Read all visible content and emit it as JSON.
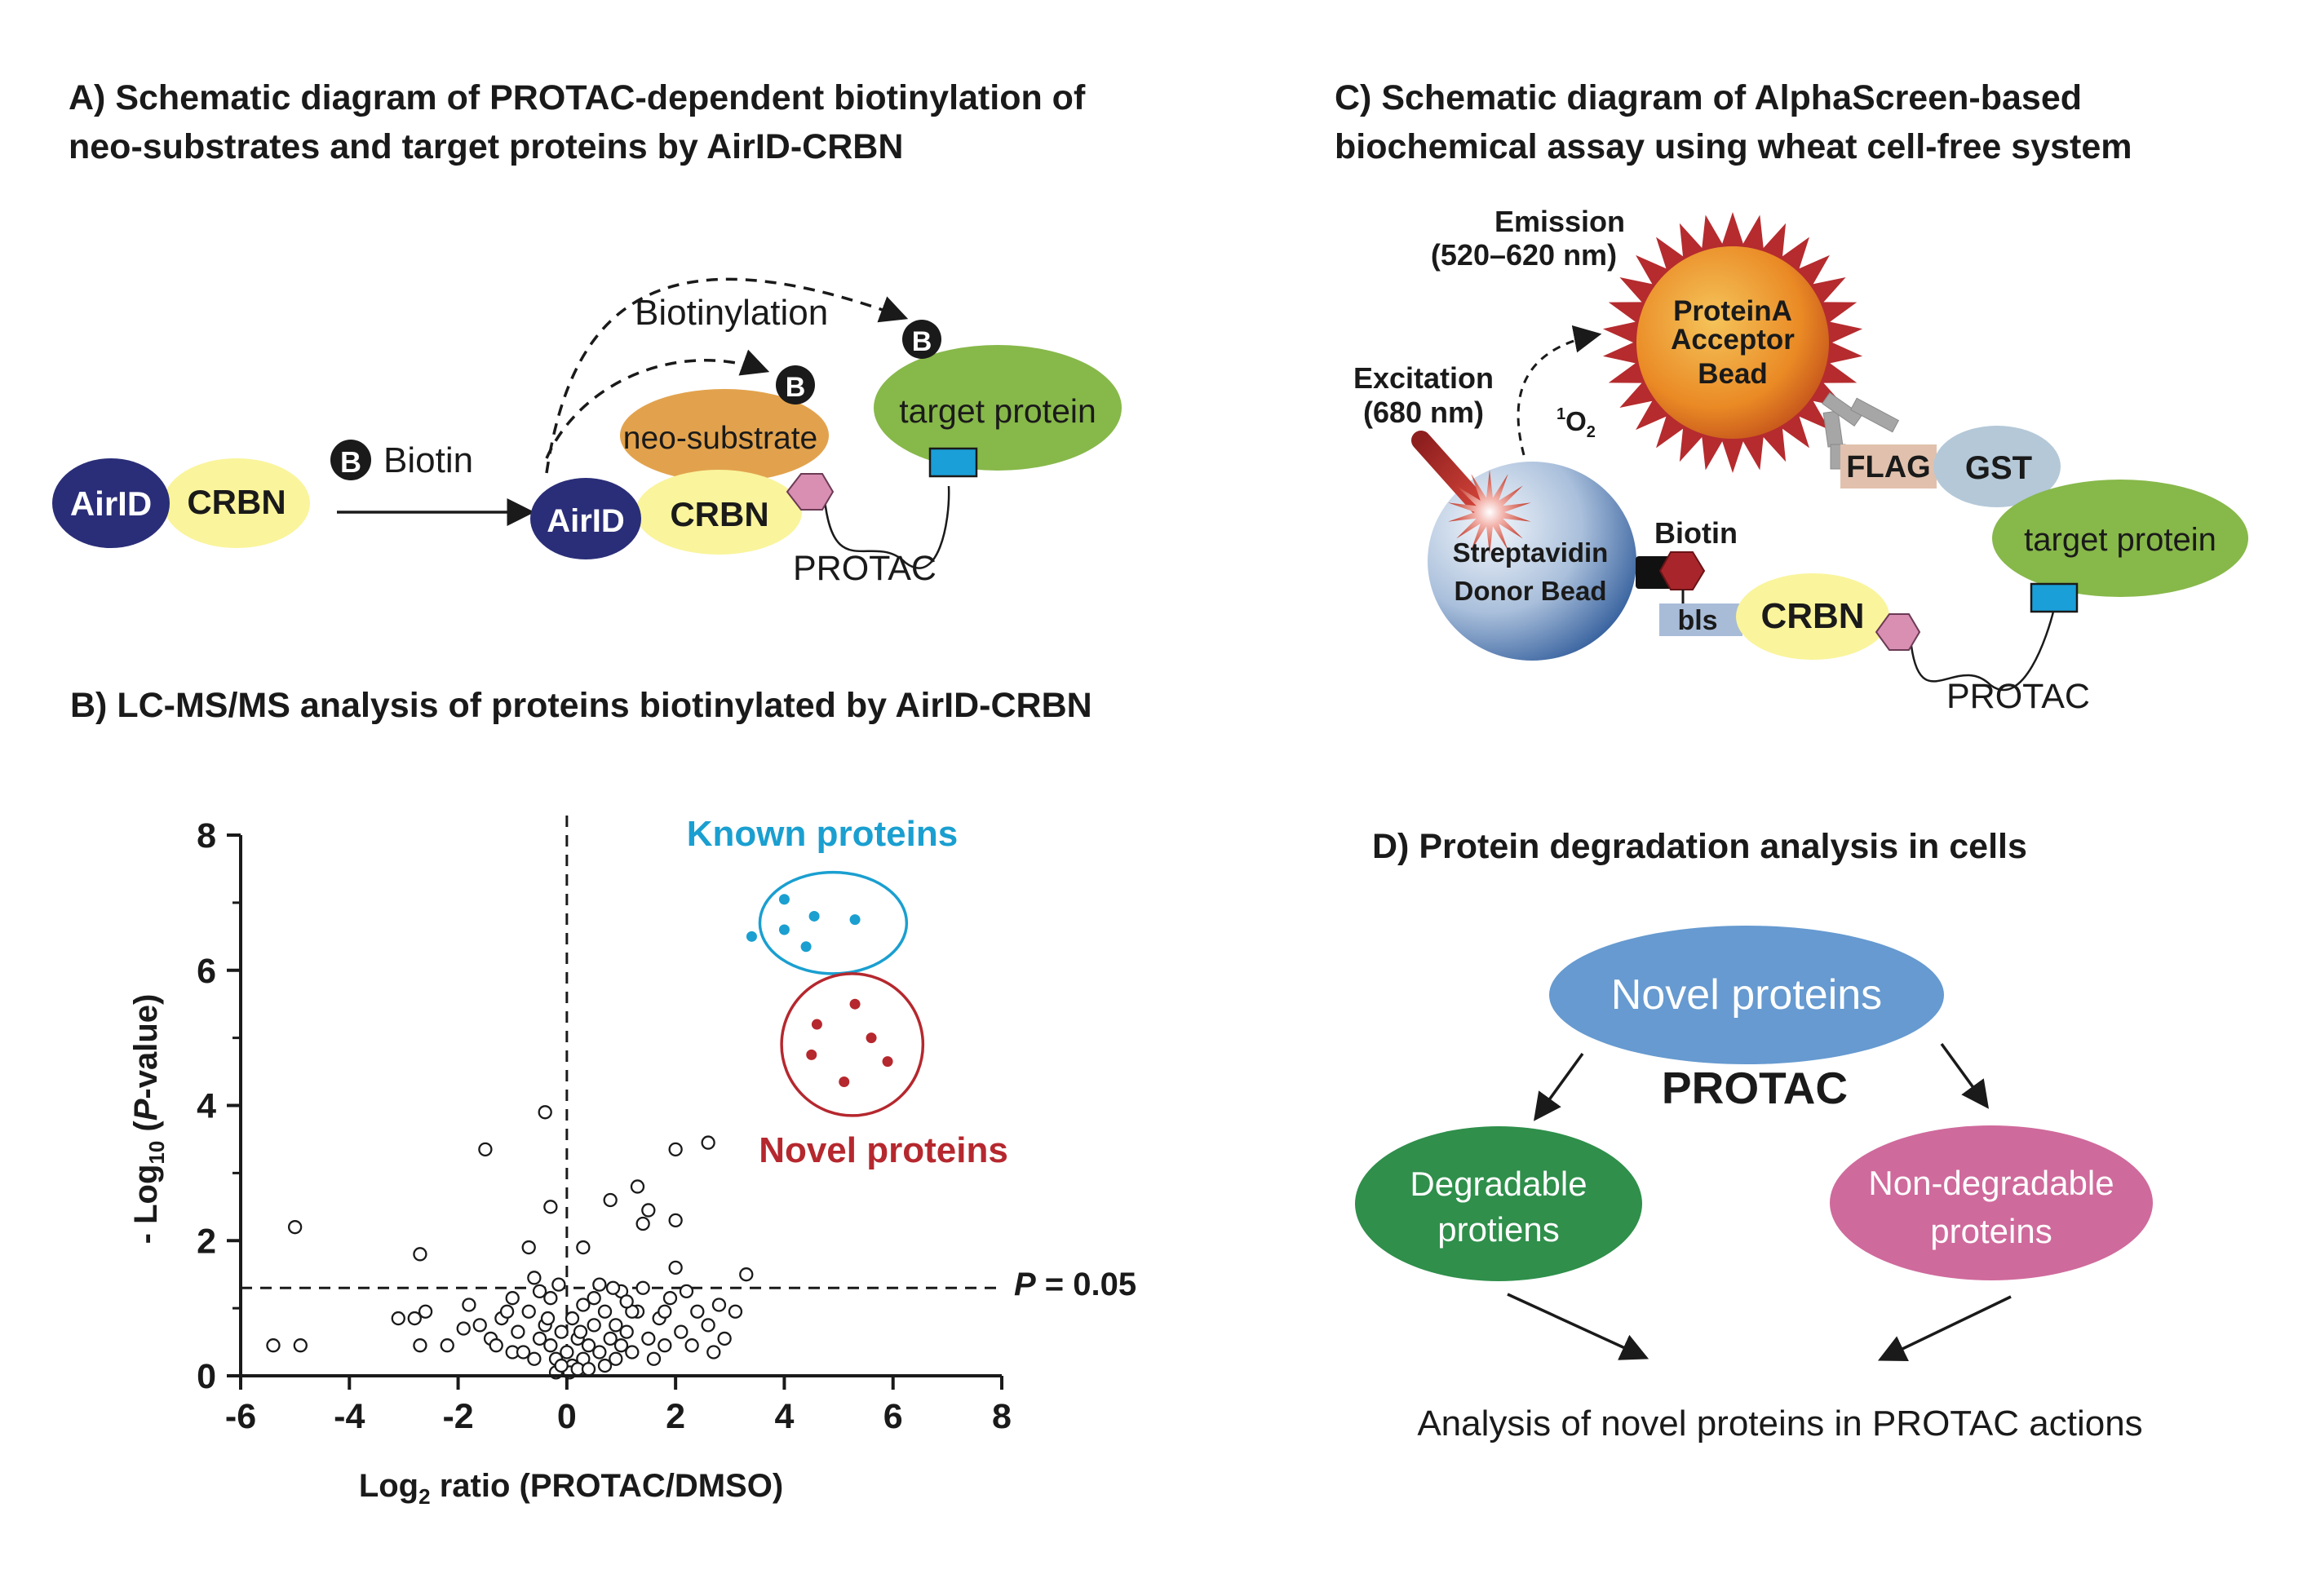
{
  "panels": {
    "a": {
      "title_line1": "A) Schematic diagram of PROTAC-dependent biotinylation of",
      "title_line2": "neo-substrates and target proteins by AirID-CRBN",
      "airid": "AirID",
      "crbn": "CRBN",
      "biotin_symbol": "B",
      "biotin_label": "Biotin",
      "biotinylation": "Biotinylation",
      "neo_substrate": "neo-substrate",
      "target_protein": "target protein",
      "protac": "PROTAC"
    },
    "b": {
      "title": "B) LC-MS/MS analysis of  proteins biotinylated by AirID-CRBN",
      "known_proteins": "Known proteins",
      "novel_proteins": "Novel proteins",
      "p_letter": "P",
      "p_value_text": " = 0.05",
      "xlabel_pre": "Log",
      "xlabel_sub": "2",
      "xlabel_post": " ratio (PROTAC/DMSO)",
      "ylabel_pre": "- Log",
      "ylabel_sub": "10",
      "ylabel_mid": " (",
      "ylabel_italic": "P",
      "ylabel_post": "-value)"
    },
    "c": {
      "title_line1": "C) Schematic diagram of AlphaScreen-based",
      "title_line2": "biochemical assay using wheat cell-free system",
      "emission_line1": "Emission",
      "emission_line2": "(520–620 nm)",
      "excitation_line1": "Excitation",
      "excitation_line2": "(680 nm)",
      "singlet_sup": "1",
      "singlet_o": "O",
      "singlet_sub": "2",
      "acceptor_line1": "ProteinA",
      "acceptor_line2": "Acceptor",
      "acceptor_line3": "Bead",
      "donor_line1": "Streptavidin",
      "donor_line2": "Donor Bead",
      "flag": "FLAG",
      "gst": "GST",
      "target_protein": "target protein",
      "biotin": "Biotin",
      "bls": "bls",
      "crbn": "CRBN",
      "protac": "PROTAC"
    },
    "d": {
      "title": "D) Protein degradation analysis in cells",
      "novel_proteins": "Novel proteins",
      "protac": "PROTAC",
      "degradable_line1": "Degradable",
      "degradable_line2": "protiens",
      "nondegradable_line1": "Non-degradable",
      "nondegradable_line2": "proteins",
      "conclusion": "Analysis of novel proteins in PROTAC actions"
    }
  },
  "chart_data": {
    "type": "scatter",
    "xlim": [
      -6,
      8
    ],
    "ylim": [
      0,
      8
    ],
    "xticks": [
      "-6",
      "-4",
      "-2",
      "0",
      "2",
      "4",
      "6",
      "8"
    ],
    "yticks": [
      "0",
      "2",
      "4",
      "6",
      "8"
    ],
    "threshold_y": 1.3,
    "threshold_x": 0,
    "series": [
      {
        "marker": "open-circle",
        "color": "#1a1a1a",
        "points": [
          [
            -5.4,
            0.45
          ],
          [
            -4.9,
            0.45
          ],
          [
            -5.0,
            2.2
          ],
          [
            -3.1,
            0.85
          ],
          [
            -2.8,
            0.85
          ],
          [
            -2.6,
            0.95
          ],
          [
            -2.7,
            0.45
          ],
          [
            -2.7,
            1.8
          ],
          [
            -2.2,
            0.45
          ],
          [
            -1.8,
            1.05
          ],
          [
            -1.6,
            0.75
          ],
          [
            -1.4,
            0.55
          ],
          [
            -1.2,
            0.85
          ],
          [
            -1.3,
            0.45
          ],
          [
            -1.0,
            1.15
          ],
          [
            -0.9,
            0.65
          ],
          [
            -1.0,
            0.35
          ],
          [
            -0.7,
            0.95
          ],
          [
            -0.6,
            1.45
          ],
          [
            -0.5,
            1.25
          ],
          [
            -0.6,
            0.25
          ],
          [
            -0.4,
            0.75
          ],
          [
            -0.3,
            0.45
          ],
          [
            -0.3,
            1.15
          ],
          [
            -0.2,
            0.25
          ],
          [
            -0.1,
            0.65
          ],
          [
            0.0,
            0.35
          ],
          [
            0.1,
            0.15
          ],
          [
            0.1,
            0.85
          ],
          [
            0.2,
            0.55
          ],
          [
            0.3,
            0.25
          ],
          [
            0.3,
            1.05
          ],
          [
            0.4,
            0.45
          ],
          [
            0.5,
            0.75
          ],
          [
            0.6,
            0.35
          ],
          [
            0.6,
            1.35
          ],
          [
            0.7,
            0.95
          ],
          [
            0.8,
            0.55
          ],
          [
            0.9,
            0.25
          ],
          [
            1.0,
            1.25
          ],
          [
            1.1,
            0.65
          ],
          [
            1.2,
            0.35
          ],
          [
            1.3,
            0.95
          ],
          [
            1.4,
            1.3
          ],
          [
            1.5,
            0.55
          ],
          [
            1.7,
            0.85
          ],
          [
            1.8,
            0.45
          ],
          [
            1.9,
            1.15
          ],
          [
            2.1,
            0.65
          ],
          [
            2.3,
            0.45
          ],
          [
            2.4,
            0.95
          ],
          [
            2.6,
            0.75
          ],
          [
            2.8,
            1.05
          ],
          [
            2.9,
            0.55
          ],
          [
            3.1,
            0.95
          ],
          [
            -0.4,
            3.9
          ],
          [
            -1.5,
            3.35
          ],
          [
            2.0,
            3.35
          ],
          [
            2.6,
            3.45
          ],
          [
            -0.3,
            2.5
          ],
          [
            -0.7,
            1.9
          ],
          [
            0.3,
            1.9
          ],
          [
            0.8,
            2.6
          ],
          [
            1.3,
            2.8
          ],
          [
            1.5,
            2.45
          ],
          [
            1.4,
            2.25
          ],
          [
            2.0,
            2.3
          ],
          [
            2.0,
            1.6
          ],
          [
            3.3,
            1.5
          ],
          [
            -0.2,
            0.05
          ],
          [
            0.05,
            0.05
          ],
          [
            0.2,
            0.1
          ],
          [
            -0.1,
            0.15
          ],
          [
            0.4,
            0.1
          ],
          [
            -0.5,
            0.55
          ],
          [
            0.9,
            0.75
          ],
          [
            1.2,
            0.95
          ],
          [
            -0.8,
            0.35
          ],
          [
            0.7,
            0.15
          ],
          [
            1.6,
            0.25
          ],
          [
            2.2,
            1.25
          ],
          [
            -1.1,
            0.95
          ],
          [
            1.0,
            0.45
          ],
          [
            0.5,
            1.15
          ],
          [
            -0.35,
            0.85
          ],
          [
            1.8,
            0.95
          ],
          [
            2.7,
            0.35
          ],
          [
            -1.9,
            0.7
          ],
          [
            1.1,
            1.1
          ],
          [
            0.25,
            0.65
          ],
          [
            -0.15,
            1.35
          ],
          [
            0.85,
            1.3
          ]
        ]
      },
      {
        "name": "Known proteins",
        "marker": "filled-dot",
        "color": "#1a9fd0",
        "points": [
          [
            4.0,
            7.05
          ],
          [
            4.55,
            6.8
          ],
          [
            4.0,
            6.6
          ],
          [
            4.4,
            6.35
          ],
          [
            5.3,
            6.75
          ],
          [
            3.4,
            6.5
          ]
        ]
      },
      {
        "name": "Novel proteins",
        "marker": "filled-dot",
        "color": "#b5282e",
        "points": [
          [
            5.3,
            5.5
          ],
          [
            4.6,
            5.2
          ],
          [
            5.6,
            5.0
          ],
          [
            4.5,
            4.75
          ],
          [
            5.9,
            4.65
          ],
          [
            5.1,
            4.35
          ]
        ]
      }
    ],
    "groups": [
      {
        "label": "Known proteins",
        "color": "#1a9fd0",
        "center": [
          4.9,
          6.7
        ],
        "rx": 1.35,
        "ry": 0.75
      },
      {
        "label": "Novel proteins",
        "color": "#b5282e",
        "center": [
          5.25,
          4.9
        ],
        "rx": 1.3,
        "ry": 1.05
      }
    ]
  },
  "colors": {
    "airid": "#2a2e78",
    "crbn": "#faf49c",
    "neo_substrate": "#e2a24d",
    "target": "#87b84a",
    "linker_box": "#1a9fd8",
    "protac_hex": "#d98fb2",
    "known": "#1a9fd0",
    "novel": "#b5282e",
    "novel_node": "#669ad0",
    "degradable": "#2f8f4b",
    "non_degradable": "#cf6a9c",
    "flag": "#e1c1ad",
    "gst": "#b4c8d8",
    "bls": "#a8bcd8",
    "acceptor": "#f0a22c",
    "burst": "#b52b2e"
  },
  "icons": [
    "biotin-badge-icon",
    "arrow-icon",
    "hexagon-icon",
    "antibody-icon",
    "laser-beam-icon",
    "starburst-icon"
  ]
}
